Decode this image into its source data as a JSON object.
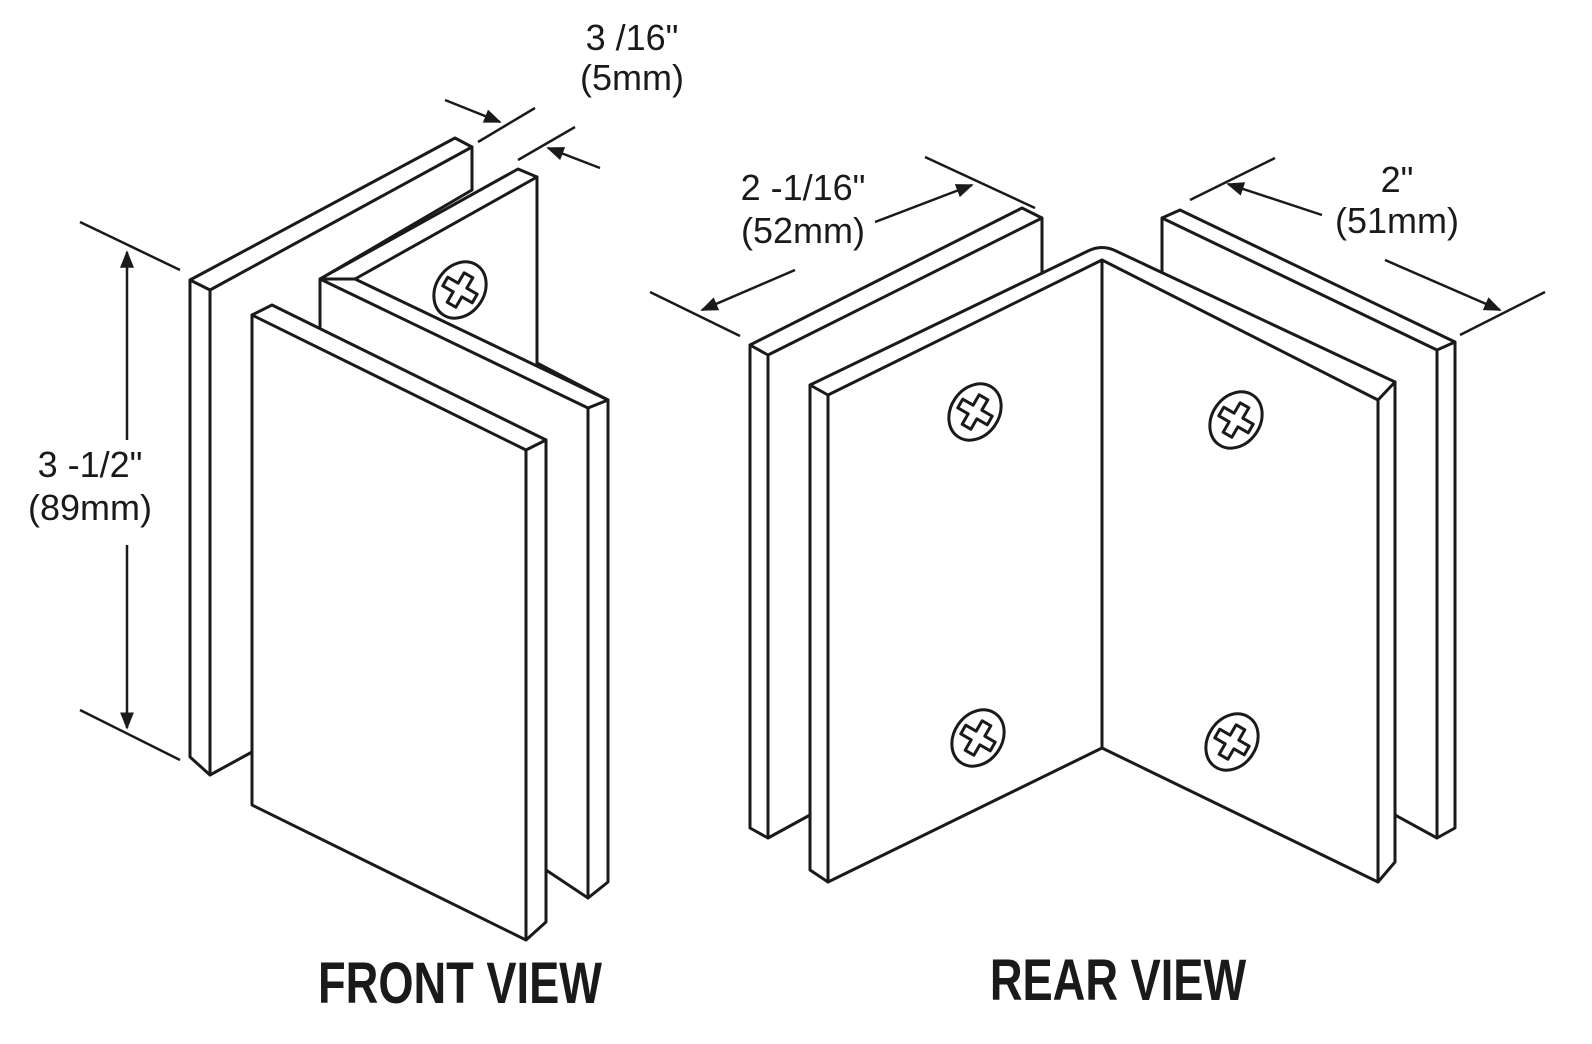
{
  "dimensions": {
    "thickness": {
      "imperial": "3 /16\"",
      "metric": "(5mm)"
    },
    "height": {
      "imperial": "3 -1/2\"",
      "metric": "(89mm)"
    },
    "left_depth": {
      "imperial": "2 -1/16\"",
      "metric": "(52mm)"
    },
    "right_depth": {
      "imperial": "2\"",
      "metric": "(51mm)"
    }
  },
  "views": {
    "front": "FRONT VIEW",
    "rear": "REAR VIEW"
  }
}
